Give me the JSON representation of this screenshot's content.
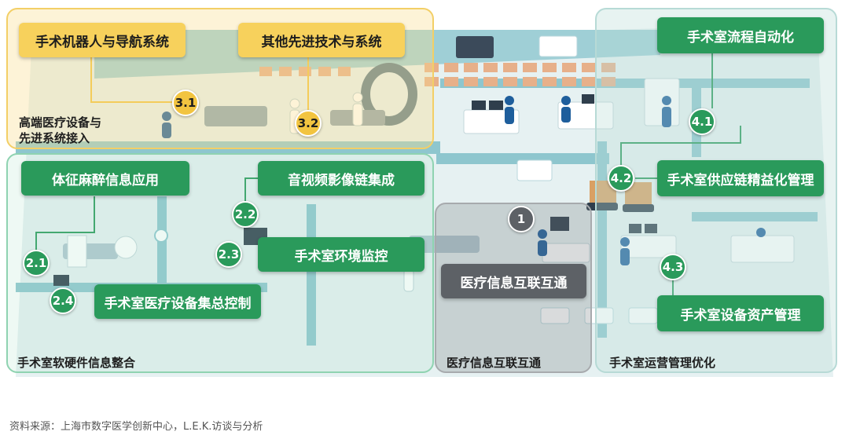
{
  "zones": {
    "high_end": {
      "title_line1": "高端医疗设备与",
      "title_line2": "先进系统接入"
    },
    "integration": {
      "title": "手术室软硬件信息整合"
    },
    "interconnect": {
      "title": "医疗信息互联互通"
    },
    "operations": {
      "title": "手术室运营管理优化"
    }
  },
  "labels": {
    "robot_nav": "手术机器人与导航系统",
    "other_tech": "其他先进技术与系统",
    "vital_anesthesia": "体征麻醉信息应用",
    "av_imaging": "音视频影像链集成",
    "env_monitor": "手术室环境监控",
    "device_control": "手术室医疗设备集总控制",
    "info_interconnect": "医疗信息互联互通",
    "process_auto": "手术室流程自动化",
    "supply_chain": "手术室供应链精益化管理",
    "asset_mgmt": "手术室设备资产管理"
  },
  "badges": {
    "b31": "3.1",
    "b32": "3.2",
    "b21": "2.1",
    "b22": "2.2",
    "b23": "2.3",
    "b24": "2.4",
    "b1": "1",
    "b41": "4.1",
    "b42": "4.2",
    "b43": "4.3"
  },
  "source": "资料来源：上海市数字医学创新中心，L.E.K.访谈与分析",
  "colors": {
    "green": "#2a9a5b",
    "yellow": "#f7d15c",
    "gray": "#5d6166",
    "teal": "#cfe8ea"
  }
}
